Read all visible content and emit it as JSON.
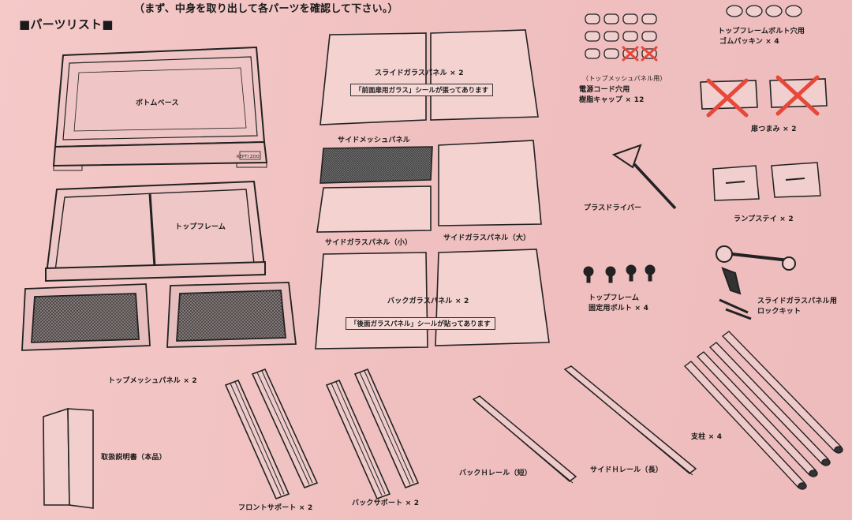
{
  "header": {
    "title": "■パーツリスト■",
    "instruction": "（まず、中身を取り出して各パーツを確認して下さい。）"
  },
  "parts": {
    "bottom_base": "ボトムベース",
    "top_frame": "トップフレーム",
    "top_mesh_panel": "トップメッシュパネル × 2",
    "manual": "取扱説明書（本品）",
    "front_support": "フロントサポート × 2",
    "back_support": "バックサポート × 2",
    "slide_glass_panel": "スライドガラスパネル × 2",
    "slide_glass_seal": "「前面扉用ガラス」シールが張ってあります",
    "side_mesh_panel": "サイドメッシュパネル",
    "side_glass_small": "サイドガラスパネル（小）",
    "side_glass_large": "サイドガラスパネル（大）",
    "back_glass_panel": "バックガラスパネル × 2",
    "back_glass_seal": "「後面ガラスパネル」シールが貼ってあります",
    "back_h_rail": "バックＨレール（短）",
    "side_h_rail": "サイドＨレール（長）",
    "posts": "支柱 × 4",
    "cap_note": "（トップメッシュパネル用）",
    "cap_line1": "電源コード穴用",
    "cap_line2": "樹脂キャップ × 12",
    "gasket_line1": "トップフレームボルト穴用",
    "gasket_line2": "ゴムパッキン × 4",
    "door_knob": "扉つまみ × 2",
    "driver": "プラスドライバー",
    "lamp_stay": "ランプステイ × 2",
    "bolt_line1": "トップフレーム",
    "bolt_line2": "固定用ボルト × 4",
    "lock_line1": "スライドガラスパネル用",
    "lock_line2": "ロックキット",
    "logo_mark": "REPTI ZOO"
  },
  "colors": {
    "paper": "#f1c3c3",
    "ink": "#1a1a1a",
    "cross_mark": "#e8483a",
    "mesh": "#6d6d6d"
  }
}
